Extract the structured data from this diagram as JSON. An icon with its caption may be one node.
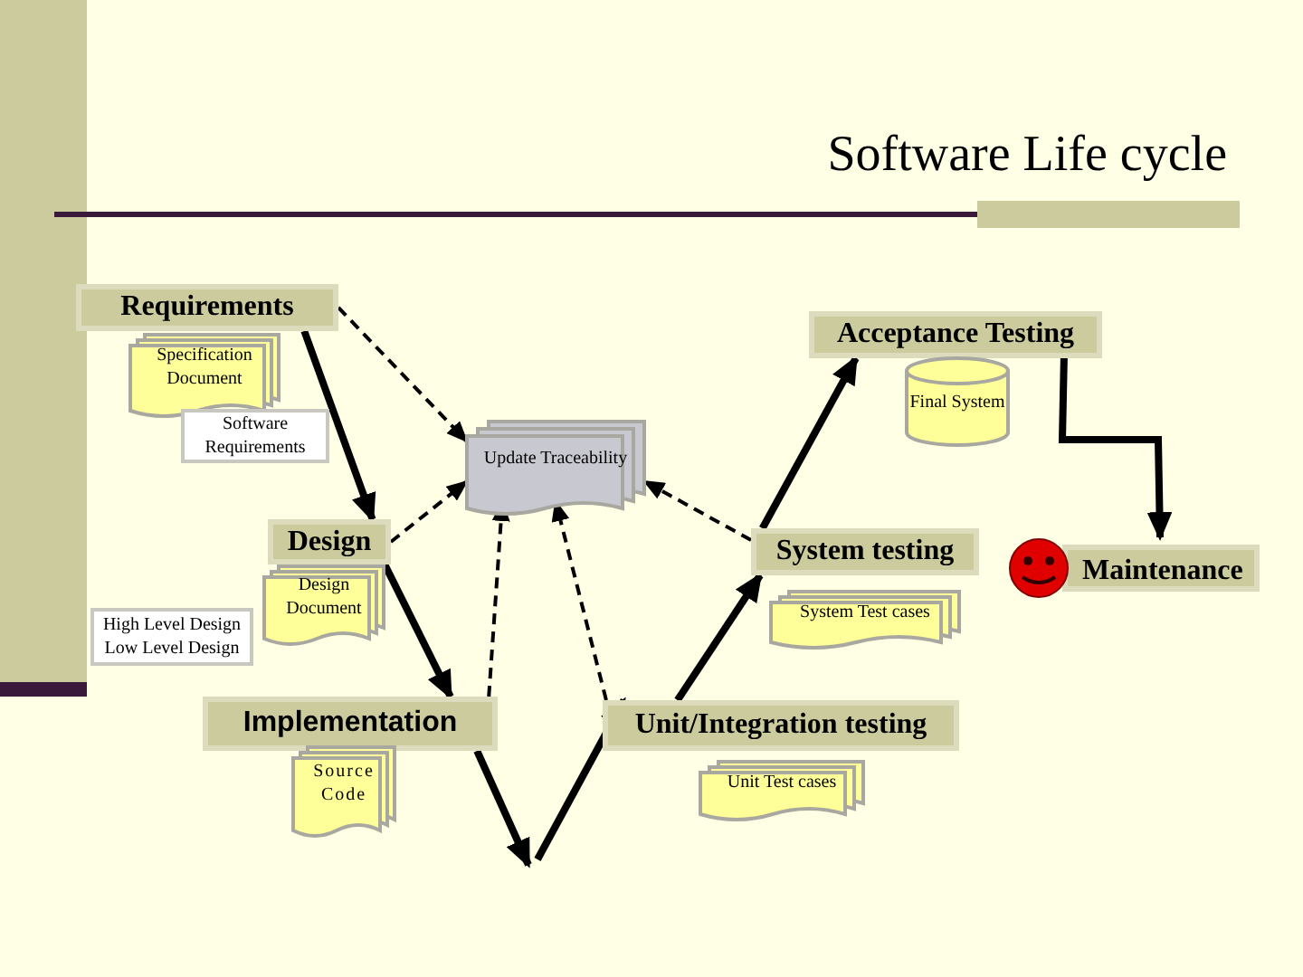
{
  "diagram": {
    "title": "Software Life cycle",
    "nodes": [
      {
        "text": [
          "Requirements"
        ]
      },
      {
        "text": [
          "Specification Document"
        ]
      },
      {
        "text": [
          "Software Requirements"
        ]
      },
      {
        "text": [
          "Acceptance Testing"
        ]
      },
      {
        "text": [
          "Final System"
        ]
      },
      {
        "text": [
          "Update Traceability"
        ]
      },
      {
        "text": [
          "Design"
        ]
      },
      {
        "text": [
          "Design Document"
        ]
      },
      {
        "text": [
          "High Level Design",
          "Low Level Design"
        ]
      },
      {
        "text": [
          "System testing"
        ]
      },
      {
        "text": [
          "System Test cases"
        ]
      },
      {
        "text": [
          "Maintenance"
        ]
      },
      {
        "text": [
          "Implementation"
        ]
      },
      {
        "text": [
          "Source Code"
        ]
      },
      {
        "text": [
          "Unit/Integration testing"
        ]
      },
      {
        "text": [
          "Unit Test cases"
        ]
      }
    ],
    "edges": [
      {
        "from": 0,
        "to": 6,
        "arrow": "to"
      },
      {
        "from": 6,
        "to": 12,
        "arrow": "to"
      },
      {
        "from": 12,
        "to": null,
        "arrow": "to"
      },
      {
        "from": null,
        "to": 14,
        "arrow": "to"
      },
      {
        "from": 14,
        "to": 9,
        "arrow": "to"
      },
      {
        "from": 9,
        "to": 3,
        "arrow": "to"
      },
      {
        "from": 3,
        "to": 11,
        "arrow": "to"
      },
      {
        "from": 0,
        "to": 5,
        "arrow": "to",
        "style": "dashed"
      },
      {
        "from": 6,
        "to": 5,
        "arrow": "to",
        "style": "dashed"
      },
      {
        "from": 12,
        "to": 5,
        "arrow": "to",
        "style": "dashed"
      },
      {
        "from": 14,
        "to": 5,
        "arrow": "to",
        "style": "dashed"
      },
      {
        "from": 9,
        "to": 5,
        "arrow": "to",
        "style": "dashed"
      }
    ]
  }
}
